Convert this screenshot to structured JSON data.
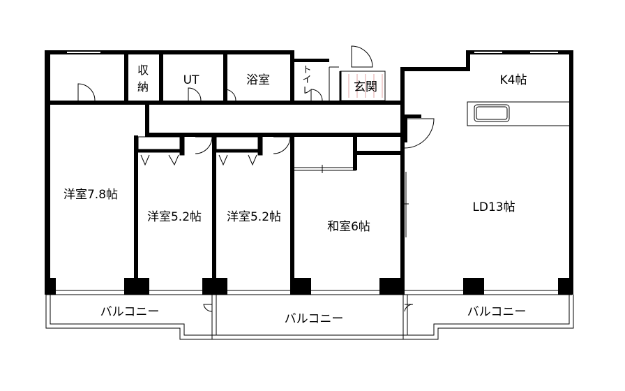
{
  "rooms": {
    "storage": "収納",
    "ut": "UT",
    "bath": "浴室",
    "toilet": "トイレ",
    "entrance": "玄関",
    "kitchen": "K4帖",
    "western_a": "洋室7.8帖",
    "western_b": "洋室5.2帖",
    "western_c": "洋室5.2帖",
    "japanese": "和室6帖",
    "living": "LD13帖"
  },
  "balconies": [
    "バルコニー",
    "バルコニー",
    "バルコニー"
  ]
}
